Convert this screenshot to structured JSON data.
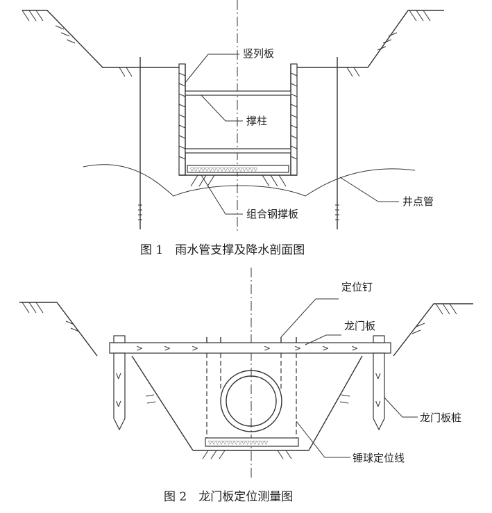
{
  "figure1": {
    "caption": "图 1　雨水管支撑及降水剖面图",
    "labels": {
      "vertical_sheet": "竖列板",
      "strut": "撑柱",
      "combined_steel_board": "组合钢撑板",
      "well_point_pipe": "井点管"
    }
  },
  "figure2": {
    "caption": "图 2　龙门板定位测量图",
    "labels": {
      "locating_nail": "定位钉",
      "batter_board": "龙门板",
      "batter_board_pile": "龙门板桩",
      "plumb_bob_line": "锤球定位线"
    }
  }
}
